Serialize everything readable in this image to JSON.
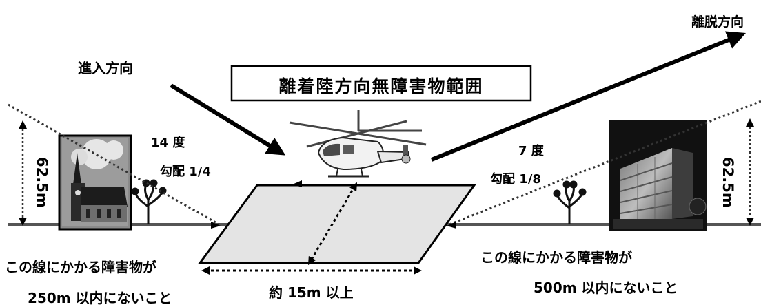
{
  "title": "離着陸方向無障害物範囲",
  "approach_label": "進入方向",
  "departure_label": "離脱方向",
  "left": {
    "height_label": "62.5m",
    "angle_label": "14 度",
    "gradient_label": "勾配 1/4",
    "note_line1": "この線にかかる障害物が",
    "note_line2": "250m 以内にないこと"
  },
  "right": {
    "height_label": "62.5m",
    "angle_label": "7 度",
    "gradient_label": "勾配 1/8",
    "note_line1": "この線にかかる障害物が",
    "note_line2": "500m 以内にないこと"
  },
  "pad_width_label": "約 15m 以上"
}
